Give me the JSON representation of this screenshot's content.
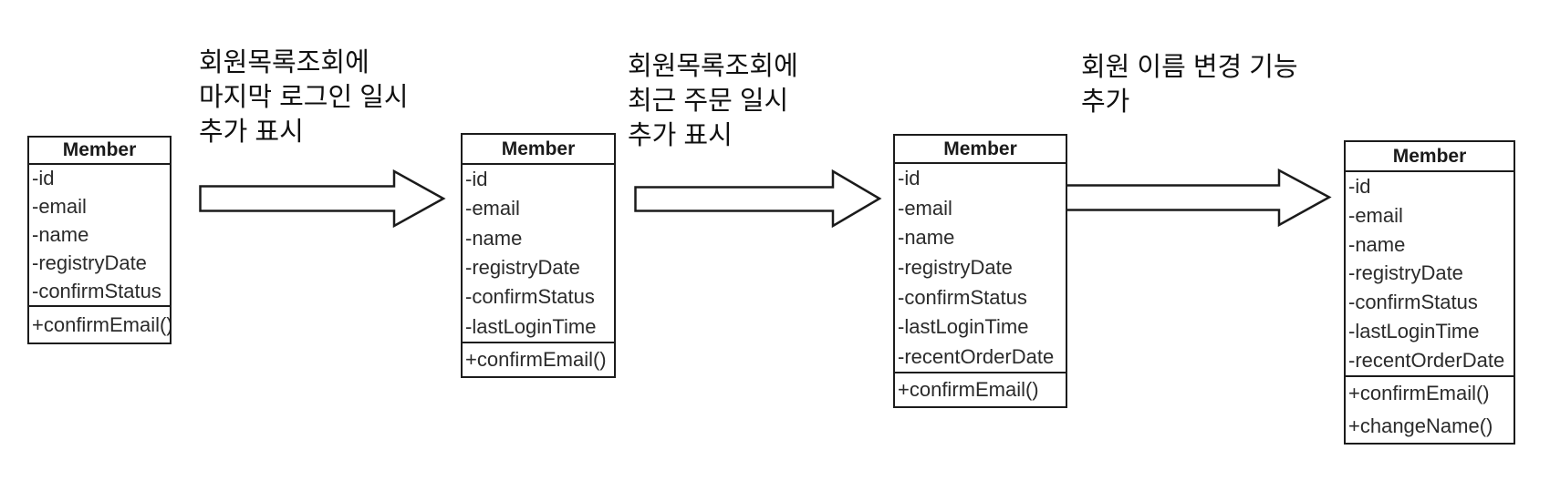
{
  "diagram": {
    "title": "Member class evolution",
    "colors": {
      "stroke": "#1c1c1c",
      "text": "#2b2b2b",
      "background": "#ffffff"
    },
    "classes": [
      {
        "name": "Member",
        "attributes": [
          "-id",
          "-email",
          "-name",
          "-registryDate",
          "-confirmStatus"
        ],
        "methods": [
          "+confirmEmail()"
        ]
      },
      {
        "name": "Member",
        "attributes": [
          "-id",
          "-email",
          "-name",
          "-registryDate",
          "-confirmStatus",
          "-lastLoginTime"
        ],
        "methods": [
          "+confirmEmail()"
        ]
      },
      {
        "name": "Member",
        "attributes": [
          "-id",
          "-email",
          "-name",
          "-registryDate",
          "-confirmStatus",
          "-lastLoginTime",
          "-recentOrderDate"
        ],
        "methods": [
          "+confirmEmail()"
        ]
      },
      {
        "name": "Member",
        "attributes": [
          "-id",
          "-email",
          "-name",
          "-registryDate",
          "-confirmStatus",
          "-lastLoginTime",
          "-recentOrderDate"
        ],
        "methods": [
          "+confirmEmail()",
          "+changeName()"
        ]
      }
    ],
    "annotations": [
      {
        "lines": [
          "회원목록조회에",
          "마지막 로그인 일시",
          "추가 표시"
        ]
      },
      {
        "lines": [
          "회원목록조회에",
          "최근 주문 일시",
          "추가 표시"
        ]
      },
      {
        "lines": [
          "회원 이름 변경 기능",
          "추가"
        ]
      }
    ]
  }
}
